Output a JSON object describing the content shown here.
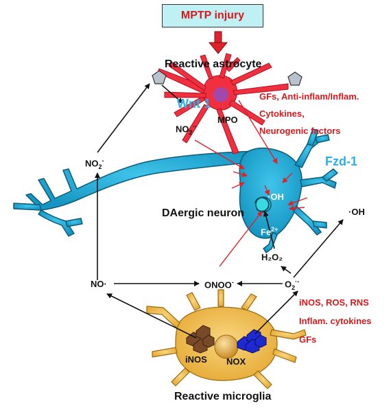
{
  "banner": {
    "label": "MPTP injury"
  },
  "astrocyte": {
    "title": "Reactive astrocyte",
    "wnt": "Wnt 1",
    "mpo": "MPO",
    "no2_minus_prefix": "NO",
    "no2_minus_sub": "2",
    "no2_minus_sup": "·-",
    "factors": [
      "GFs, Anti-inflam/Inflam.",
      "Cytokines,",
      "Neurogenic factors"
    ]
  },
  "neuron": {
    "title": "DAergic neuron",
    "fzd": "Fzd-1",
    "oh_inside": "·OH",
    "fe_prefix": "Fe",
    "fe_sup": "2+"
  },
  "cycle": {
    "no2_left_prefix": "NO",
    "no2_left_sub": "2",
    "no2_left_sup": "-",
    "no_radical": "NO·",
    "onoo": "ONOO",
    "onoo_sup": "-",
    "o2_prefix": "O",
    "o2_sub": "2",
    "o2_sup": "·-",
    "h2o2": "H₂O₂",
    "oh_right": "·OH"
  },
  "microglia": {
    "title": "Reactive microglia",
    "inos": "iNOS",
    "nox": "NOX",
    "factors": [
      "iNOS, ROS, RNS",
      "Inflam. cytokines",
      "GFs"
    ]
  },
  "colors": {
    "astrocyte": "#f0303f",
    "neuron": "#1aa6d0",
    "microglia": "#f2c14e",
    "red_text": "#d7191c",
    "cyan_text": "#2ab0e6"
  }
}
